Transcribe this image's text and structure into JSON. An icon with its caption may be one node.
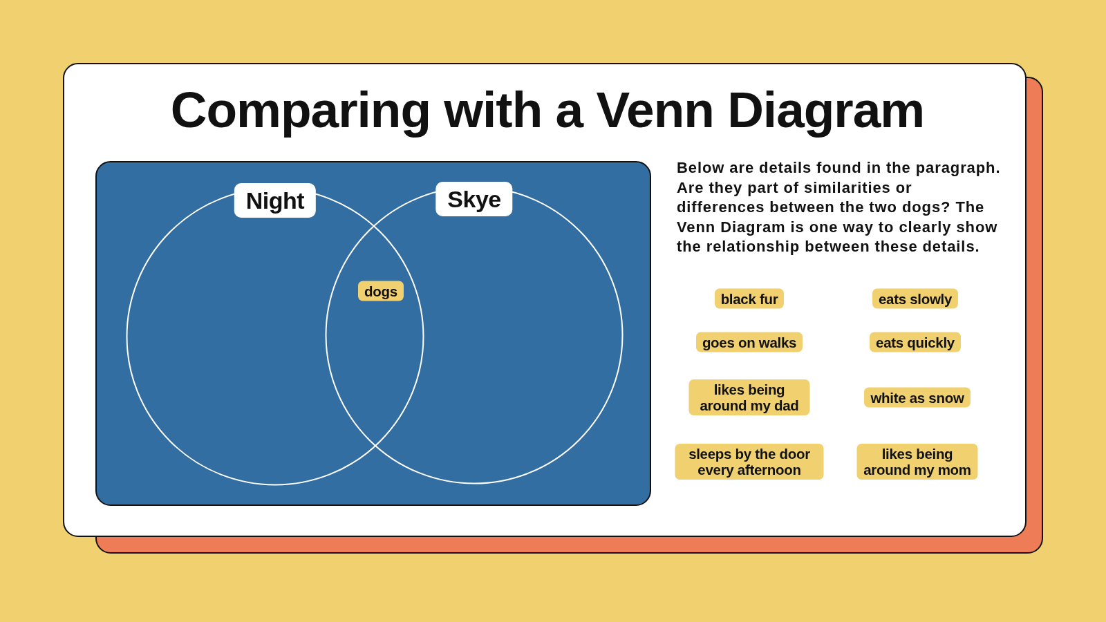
{
  "diagram": {
    "title": "Comparing with a Venn Diagram",
    "nodes": [
      {
        "text": [
          "Night"
        ]
      },
      {
        "text": [
          "Skye"
        ]
      },
      {
        "text": [
          "dogs"
        ]
      },
      {
        "text": [
          "black fur"
        ]
      },
      {
        "text": [
          "eats slowly"
        ]
      },
      {
        "text": [
          "goes on walks"
        ]
      },
      {
        "text": [
          "eats quickly"
        ]
      },
      {
        "text": [
          "likes being around my dad"
        ]
      },
      {
        "text": [
          "white as snow"
        ]
      },
      {
        "text": [
          "sleeps by the door every afternoon"
        ]
      },
      {
        "text": [
          "likes being around my mom"
        ]
      }
    ],
    "labels": [
      "Below are details found in the paragraph. Are they part of similarities or differences between the two dogs? The Venn Diagram is one way to clearly show the relationship between these details."
    ]
  }
}
